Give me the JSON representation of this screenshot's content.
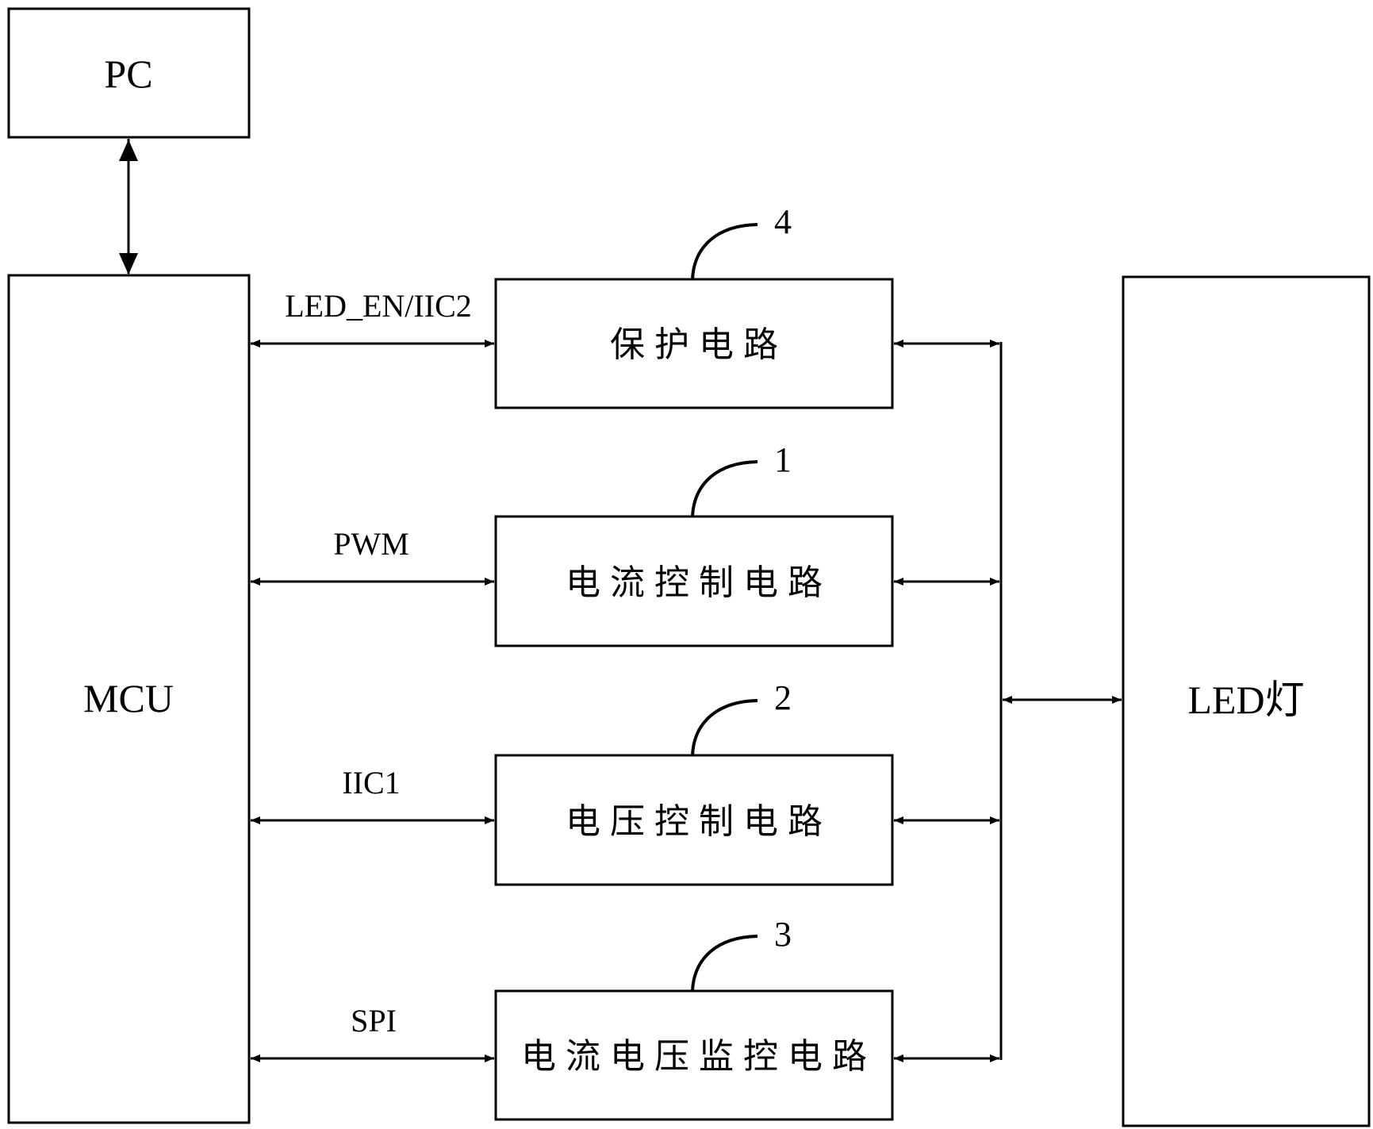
{
  "diagram": {
    "blocks": {
      "pc": "PC",
      "mcu": "MCU",
      "led": "LED灯",
      "protection": "保护电路",
      "current_control": "电流控制电路",
      "voltage_control": "电压控制电路",
      "monitor": "电流电压监控电路"
    },
    "signals": {
      "protection": "LED_EN/IIC2",
      "current_control": "PWM",
      "voltage_control": "IIC1",
      "monitor": "SPI"
    },
    "reference_numbers": {
      "protection": "4",
      "current_control": "1",
      "voltage_control": "2",
      "monitor": "3"
    },
    "connections": [
      {
        "from": "PC",
        "to": "MCU",
        "direction": "bidirectional"
      },
      {
        "from": "MCU",
        "to": "保护电路",
        "label": "LED_EN/IIC2",
        "direction": "bidirectional"
      },
      {
        "from": "MCU",
        "to": "电流控制电路",
        "label": "PWM",
        "direction": "bidirectional"
      },
      {
        "from": "MCU",
        "to": "电压控制电路",
        "label": "IIC1",
        "direction": "bidirectional"
      },
      {
        "from": "MCU",
        "to": "电流电压监控电路",
        "label": "SPI",
        "direction": "bidirectional"
      },
      {
        "from": "circuit-bus",
        "to": "LED灯",
        "direction": "bidirectional"
      }
    ]
  }
}
